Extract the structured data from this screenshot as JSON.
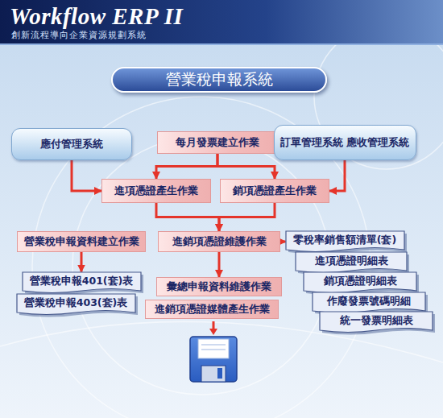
{
  "diagram": {
    "title": "營業稅申報系統",
    "nodes": [
      {
        "text": [
          "應付管理系統"
        ]
      },
      {
        "text": [
          "每月發票建立作業"
        ]
      },
      {
        "text": [
          "訂單管理系統 應收管理系統"
        ]
      },
      {
        "text": [
          "進項憑證產生作業"
        ]
      },
      {
        "text": [
          "銷項憑證產生作業"
        ]
      },
      {
        "text": [
          "營業稅申報資料建立作業"
        ]
      },
      {
        "text": [
          "進銷項憑證維護作業"
        ]
      },
      {
        "text": [
          "零稅率銷售額清單(套)"
        ]
      },
      {
        "text": [
          "進項憑證明細表"
        ]
      },
      {
        "text": [
          "銷項憑證明細表"
        ]
      },
      {
        "text": [
          "作廢發票號碼明細"
        ]
      },
      {
        "text": [
          "統一發票明細表"
        ]
      },
      {
        "text": [
          "營業稅申報401(套)表"
        ]
      },
      {
        "text": [
          "營業稅申報403(套)表"
        ]
      },
      {
        "text": [
          "彙總申報資料維護作業"
        ]
      },
      {
        "text": [
          "進銷項憑證媒體產生作業"
        ]
      }
    ],
    "edges": [
      {
        "from": 0,
        "to": 3,
        "arrow": "to"
      },
      {
        "from": 1,
        "to": 3,
        "arrow": "to"
      },
      {
        "from": 1,
        "to": 4,
        "arrow": "to"
      },
      {
        "from": 2,
        "to": 4,
        "arrow": "to"
      },
      {
        "from": 3,
        "to": 6,
        "arrow": "to"
      },
      {
        "from": 4,
        "to": 6,
        "arrow": "to"
      },
      {
        "from": 6,
        "to": 7,
        "arrow": "to"
      },
      {
        "from": 5,
        "to": 12,
        "arrow": "to"
      },
      {
        "from": 6,
        "to": 14,
        "arrow": "to"
      }
    ],
    "labels": [
      "Workflow ERP II",
      "創新流程導向企業資源規劃系統"
    ]
  }
}
